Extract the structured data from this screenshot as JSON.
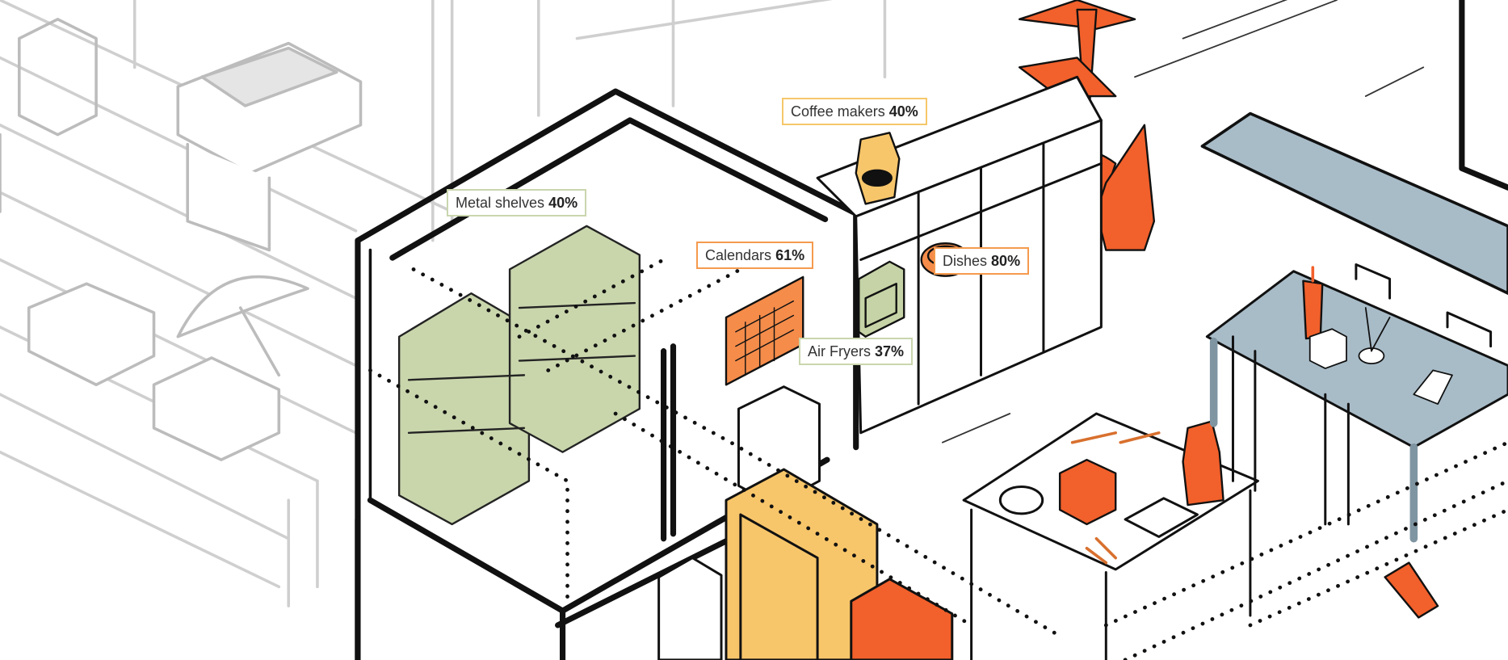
{
  "labels": [
    {
      "name": "Metal shelves",
      "value": "40%",
      "category": "green"
    },
    {
      "name": "Coffee makers",
      "value": "40%",
      "category": "yellow"
    },
    {
      "name": "Calendars",
      "value": "61%",
      "category": "orange"
    },
    {
      "name": "Dishes",
      "value": "80%",
      "category": "orange"
    },
    {
      "name": "Air Fryers",
      "value": "37%",
      "category": "green"
    }
  ],
  "colors": {
    "green": "#c5d3a6",
    "yellow": "#f8c66a",
    "orange": "#f58c4a",
    "red": "#f2602b",
    "blue_grey": "#a8bcc8",
    "grey_line": "#c8c8c8"
  }
}
